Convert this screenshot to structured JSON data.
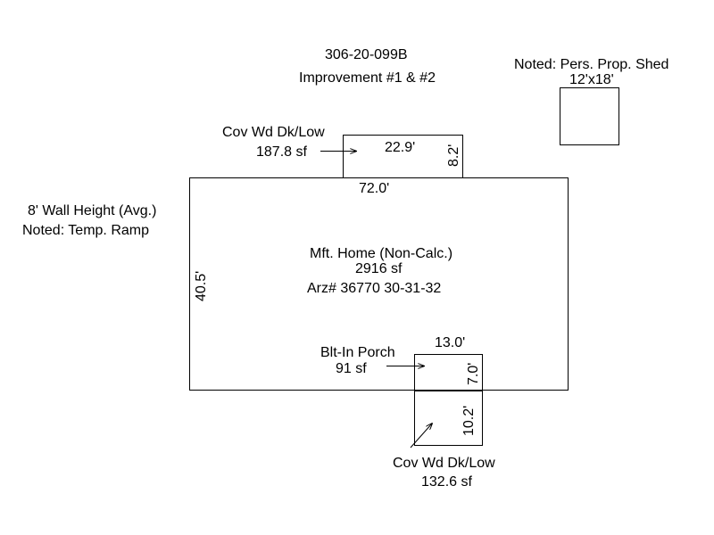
{
  "header": {
    "parcel_id": "306-20-099B",
    "improvement": "Improvement #1 & #2"
  },
  "shed": {
    "note": "Noted: Pers. Prop. Shed",
    "size": "12'x18'"
  },
  "left_notes": {
    "wall_height": "8' Wall Height (Avg.)",
    "ramp": "Noted: Temp. Ramp"
  },
  "main_home": {
    "name": "Mft. Home (Non-Calc.)",
    "area": "2916 sf",
    "arz": "Arz# 36770  30-31-32",
    "width_dim": "72.0'",
    "height_dim": "40.5'"
  },
  "top_deck": {
    "label": "Cov Wd Dk/Low",
    "area": "187.8 sf",
    "width_dim": "22.9'",
    "depth_dim": "8.2'"
  },
  "porch": {
    "label": "Blt-In Porch",
    "area": "91 sf",
    "width_dim": "13.0'",
    "depth_dim": "7.0'"
  },
  "bottom_deck": {
    "label": "Cov Wd Dk/Low",
    "area": "132.6 sf",
    "depth_dim": "10.2'"
  }
}
